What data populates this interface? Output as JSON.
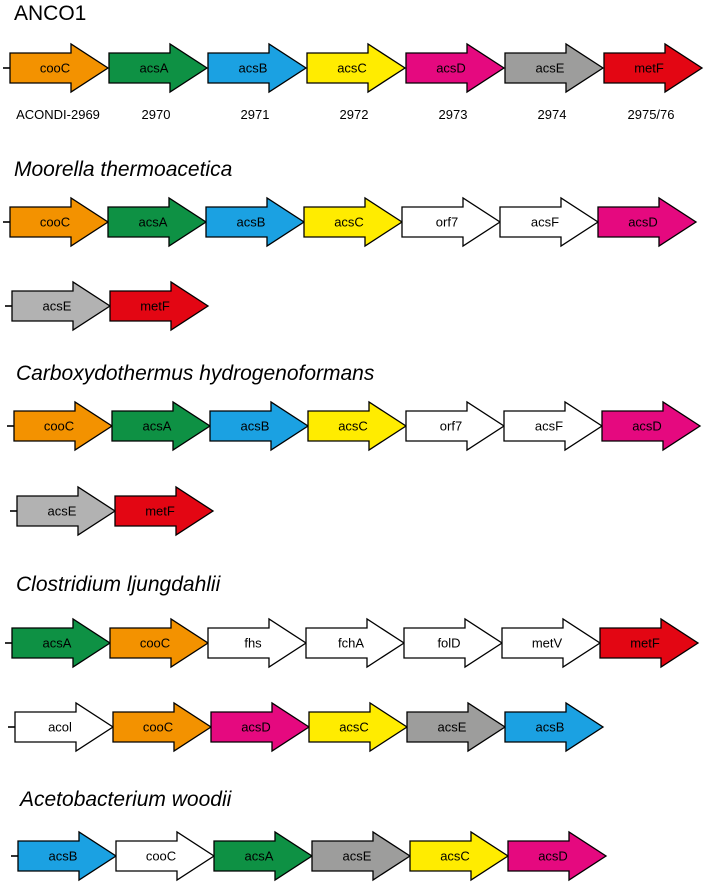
{
  "colors": {
    "cooC": "#F39200",
    "acsA": "#0E9144",
    "acsB": "#1BA1E2",
    "acsC": "#FFEC00",
    "acsD": "#E5097F",
    "acsE_gray_dark": "#9D9D9C",
    "acsE_gray_light": "#B2B2B2",
    "metF": "#E30613",
    "none": "#FFFFFF",
    "stroke": "#000000"
  },
  "organisms": [
    {
      "name": "ANCO1",
      "italic": false,
      "rows": [
        [
          {
            "gene": "cooC",
            "color": "#F39200"
          },
          {
            "gene": "acsA",
            "color": "#0E9144"
          },
          {
            "gene": "acsB",
            "color": "#1BA1E2"
          },
          {
            "gene": "acsC",
            "color": "#FFEC00"
          },
          {
            "gene": "acsD",
            "color": "#E5097F"
          },
          {
            "gene": "acsE",
            "color": "#9D9D9C"
          },
          {
            "gene": "metF",
            "color": "#E30613"
          }
        ]
      ],
      "locus_tags": [
        "ACONDI-2969",
        "2970",
        "2971",
        "2972",
        "2973",
        "2974",
        "2975/76"
      ]
    },
    {
      "name": "Moorella thermoacetica",
      "italic": true,
      "rows": [
        [
          {
            "gene": "cooC",
            "color": "#F39200"
          },
          {
            "gene": "acsA",
            "color": "#0E9144"
          },
          {
            "gene": "acsB",
            "color": "#1BA1E2"
          },
          {
            "gene": "acsC",
            "color": "#FFEC00"
          },
          {
            "gene": "orf7",
            "color": "#FFFFFF"
          },
          {
            "gene": "acsF",
            "color": "#FFFFFF"
          },
          {
            "gene": "acsD",
            "color": "#E5097F"
          }
        ],
        [
          {
            "gene": "acsE",
            "color": "#B2B2B2"
          },
          {
            "gene": "metF",
            "color": "#E30613"
          }
        ]
      ]
    },
    {
      "name": "Carboxydothermus hydrogenoformans",
      "italic": true,
      "rows": [
        [
          {
            "gene": "cooC",
            "color": "#F39200"
          },
          {
            "gene": "acsA",
            "color": "#0E9144"
          },
          {
            "gene": "acsB",
            "color": "#1BA1E2"
          },
          {
            "gene": "acsC",
            "color": "#FFEC00"
          },
          {
            "gene": "orf7",
            "color": "#FFFFFF"
          },
          {
            "gene": "acsF",
            "color": "#FFFFFF"
          },
          {
            "gene": "acsD",
            "color": "#E5097F"
          }
        ],
        [
          {
            "gene": "acsE",
            "color": "#B2B2B2"
          },
          {
            "gene": "metF",
            "color": "#E30613"
          }
        ]
      ]
    },
    {
      "name": "Clostridium ljungdahlii",
      "italic": true,
      "rows": [
        [
          {
            "gene": "acsA",
            "color": "#0E9144"
          },
          {
            "gene": "cooC",
            "color": "#F39200"
          },
          {
            "gene": "fhs",
            "color": "#FFFFFF"
          },
          {
            "gene": "fchA",
            "color": "#FFFFFF"
          },
          {
            "gene": "folD",
            "color": "#FFFFFF"
          },
          {
            "gene": "metV",
            "color": "#FFFFFF"
          },
          {
            "gene": "metF",
            "color": "#E30613"
          }
        ],
        [
          {
            "gene": "acol",
            "color": "#FFFFFF"
          },
          {
            "gene": "cooC",
            "color": "#F39200"
          },
          {
            "gene": "acsD",
            "color": "#E5097F"
          },
          {
            "gene": "acsC",
            "color": "#FFEC00"
          },
          {
            "gene": "acsE",
            "color": "#9D9D9C"
          },
          {
            "gene": "acsB",
            "color": "#1BA1E2"
          }
        ]
      ]
    },
    {
      "name": "Acetobacterium woodii",
      "italic": true,
      "rows": [
        [
          {
            "gene": "acsB",
            "color": "#1BA1E2"
          },
          {
            "gene": "cooC",
            "color": "#FFFFFF"
          },
          {
            "gene": "acsA",
            "color": "#0E9144"
          },
          {
            "gene": "acsE",
            "color": "#9D9D9C"
          },
          {
            "gene": "acsC",
            "color": "#FFEC00"
          },
          {
            "gene": "acsD",
            "color": "#E5097F"
          }
        ]
      ]
    }
  ]
}
